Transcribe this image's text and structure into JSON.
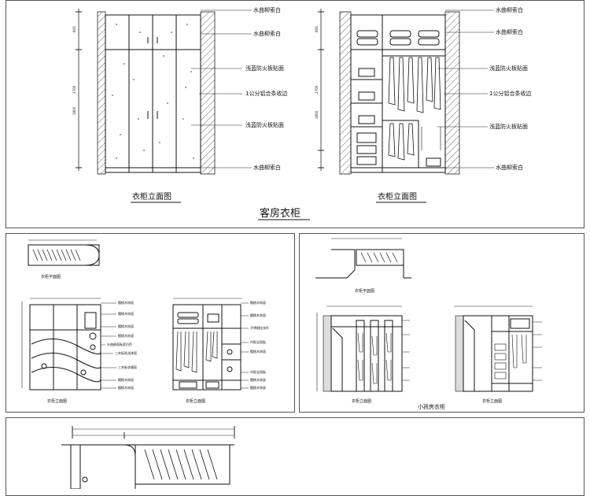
{
  "panel1": {
    "left_labels": [
      "水曲柳索白",
      "水曲柳索白",
      "浅蓝防火板贴面",
      "1公分铝合条收边",
      "浅蓝防火板贴面",
      "水曲柳索白"
    ],
    "right_labels": [
      "水曲柳索白",
      "水曲柳索白",
      "浅蓝防火板贴面",
      "1公分铝合条收边",
      "浅蓝防火板贴面",
      "水曲柳索白"
    ],
    "left_caption": "衣柜立面图",
    "right_caption": "衣柜立面图",
    "title": "客房衣柜"
  },
  "panel2": {
    "plan_caption": "衣柜平面图",
    "elev1_caption": "衣柜立面图",
    "elev2_caption": "衣柜立面图",
    "elev1_labels": [
      "樱桃木饰面",
      "樱桃木饰面",
      "樱桃木饰面",
      "樱桃木饰面",
      "水曲柳面板索白色",
      "三夹板贴油漆面",
      "三夹板衣服面",
      "樱桃木饰面",
      "樱桃木饰面"
    ],
    "elev2_labels": [
      "樱桃木饰面",
      "樱桃木饰面",
      "不锈钢挂衣杆",
      "内贴宝丽板",
      "樱桃木饰面",
      "内贴宝丽板",
      "樱桃木饰面",
      "樱桃木饰面"
    ]
  },
  "panel3": {
    "plan_caption": "衣柜平面图",
    "elev1_caption": "衣柜立面图",
    "elev2_caption": "衣柜立面图",
    "title": "小孩房衣柜"
  }
}
